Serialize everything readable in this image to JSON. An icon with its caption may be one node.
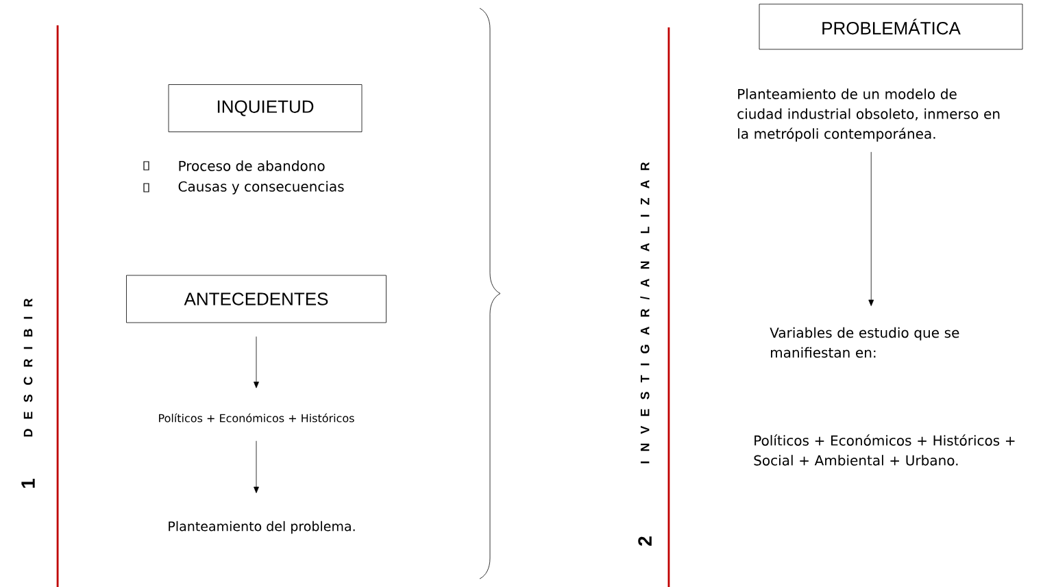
{
  "diagram": {
    "nodes": [
      {
        "text": [
          "INQUIETUD"
        ]
      },
      {
        "text": [
          "ANTECEDENTES"
        ]
      },
      {
        "text": [
          "Políticos + Económicos + Históricos"
        ]
      },
      {
        "text": [
          "Planteamiento del problema."
        ]
      },
      {
        "text": [
          "PROBLEMÁTICA"
        ]
      },
      {
        "text": [
          "Planteamiento de un modelo de ciudad industrial obsoleto, inmerso en la metrópoli contemporánea."
        ]
      },
      {
        "text": [
          "Variables de estudio que se manifiestan en:"
        ]
      },
      {
        "text": [
          "Políticos + Económicos + Históricos + Social + Ambiental + Urbano."
        ]
      }
    ],
    "edges": [
      {
        "from": 1,
        "to": 2,
        "arrow": "to"
      },
      {
        "from": 2,
        "to": 3,
        "arrow": "to"
      },
      {
        "from": 5,
        "to": 6,
        "arrow": "to"
      }
    ],
    "labels": [
      "1",
      "D E S C R I B I R",
      "Proceso de abandono",
      "Causas y consecuencias",
      "2",
      "I N V E S T I G A R / A N A L I Z A R"
    ]
  }
}
